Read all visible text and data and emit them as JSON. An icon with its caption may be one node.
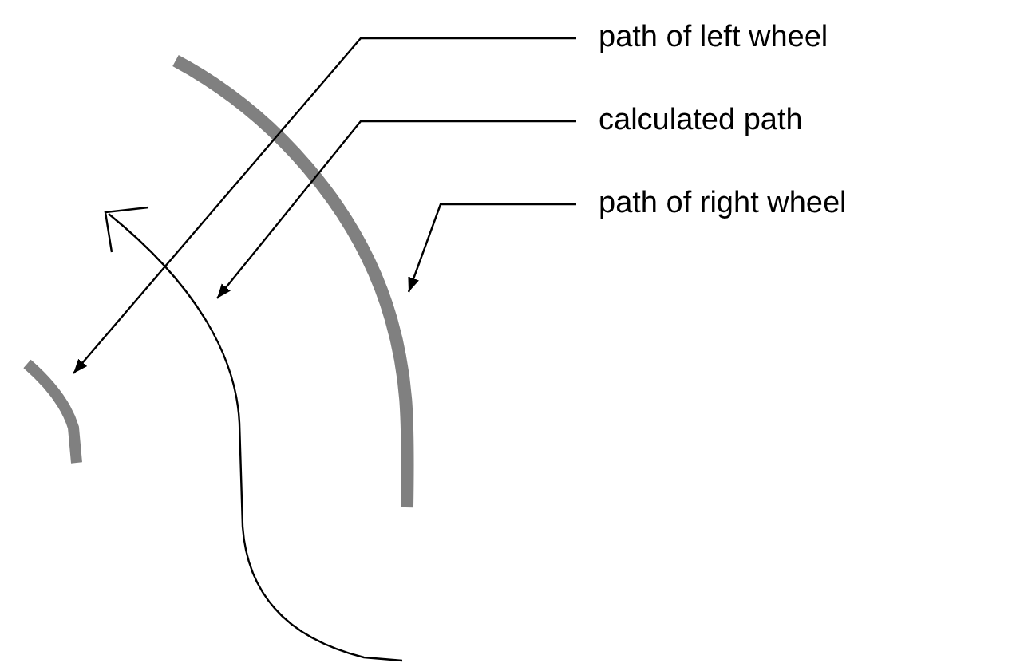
{
  "diagram": {
    "nodes": [
      {
        "text": [
          "path of left wheel"
        ]
      },
      {
        "text": [
          "calculated path"
        ]
      },
      {
        "text": [
          "path of right wheel"
        ]
      },
      {
        "text": [],
        "shape": "picture"
      },
      {
        "text": [],
        "shape": "picture"
      },
      {
        "text": [],
        "shape": "picture"
      }
    ],
    "edges": [
      {
        "from": 0,
        "to": 3,
        "arrow": "to"
      },
      {
        "from": 1,
        "to": 4,
        "arrow": "to"
      },
      {
        "from": 2,
        "to": 5,
        "arrow": "to"
      }
    ]
  }
}
